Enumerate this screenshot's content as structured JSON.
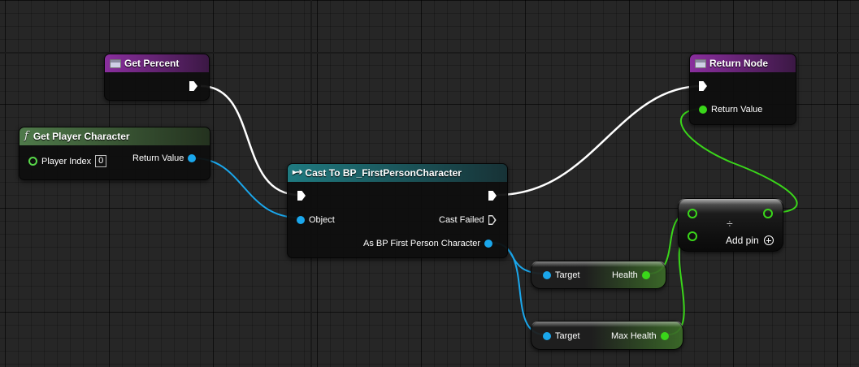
{
  "colors": {
    "exec_wire": "#ffffff",
    "object_wire": "#1aa7ec",
    "float_wire": "#3ad61a",
    "function_header": "#8a2e9e",
    "pure_function_header": "#4f7a4a",
    "cast_header": "#1f7a80"
  },
  "nodes": {
    "get_percent": {
      "title": "Get Percent",
      "icon": "function-entry-icon"
    },
    "return_node": {
      "title": "Return Node",
      "icon": "function-entry-icon",
      "return_value_label": "Return Value"
    },
    "get_player_character": {
      "title": "Get Player Character",
      "icon": "function-f-icon",
      "player_index_label": "Player Index",
      "player_index_value": "0",
      "return_value_label": "Return Value"
    },
    "cast": {
      "title": "Cast To BP_FirstPersonCharacter",
      "icon": "cast-icon",
      "object_label": "Object",
      "cast_failed_label": "Cast Failed",
      "as_label": "As BP First Person Character"
    },
    "health_get": {
      "target_label": "Target",
      "value_label": "Health"
    },
    "max_health_get": {
      "target_label": "Target",
      "value_label": "Max Health"
    },
    "divide": {
      "symbol": "÷",
      "add_pin_label": "Add pin"
    }
  }
}
